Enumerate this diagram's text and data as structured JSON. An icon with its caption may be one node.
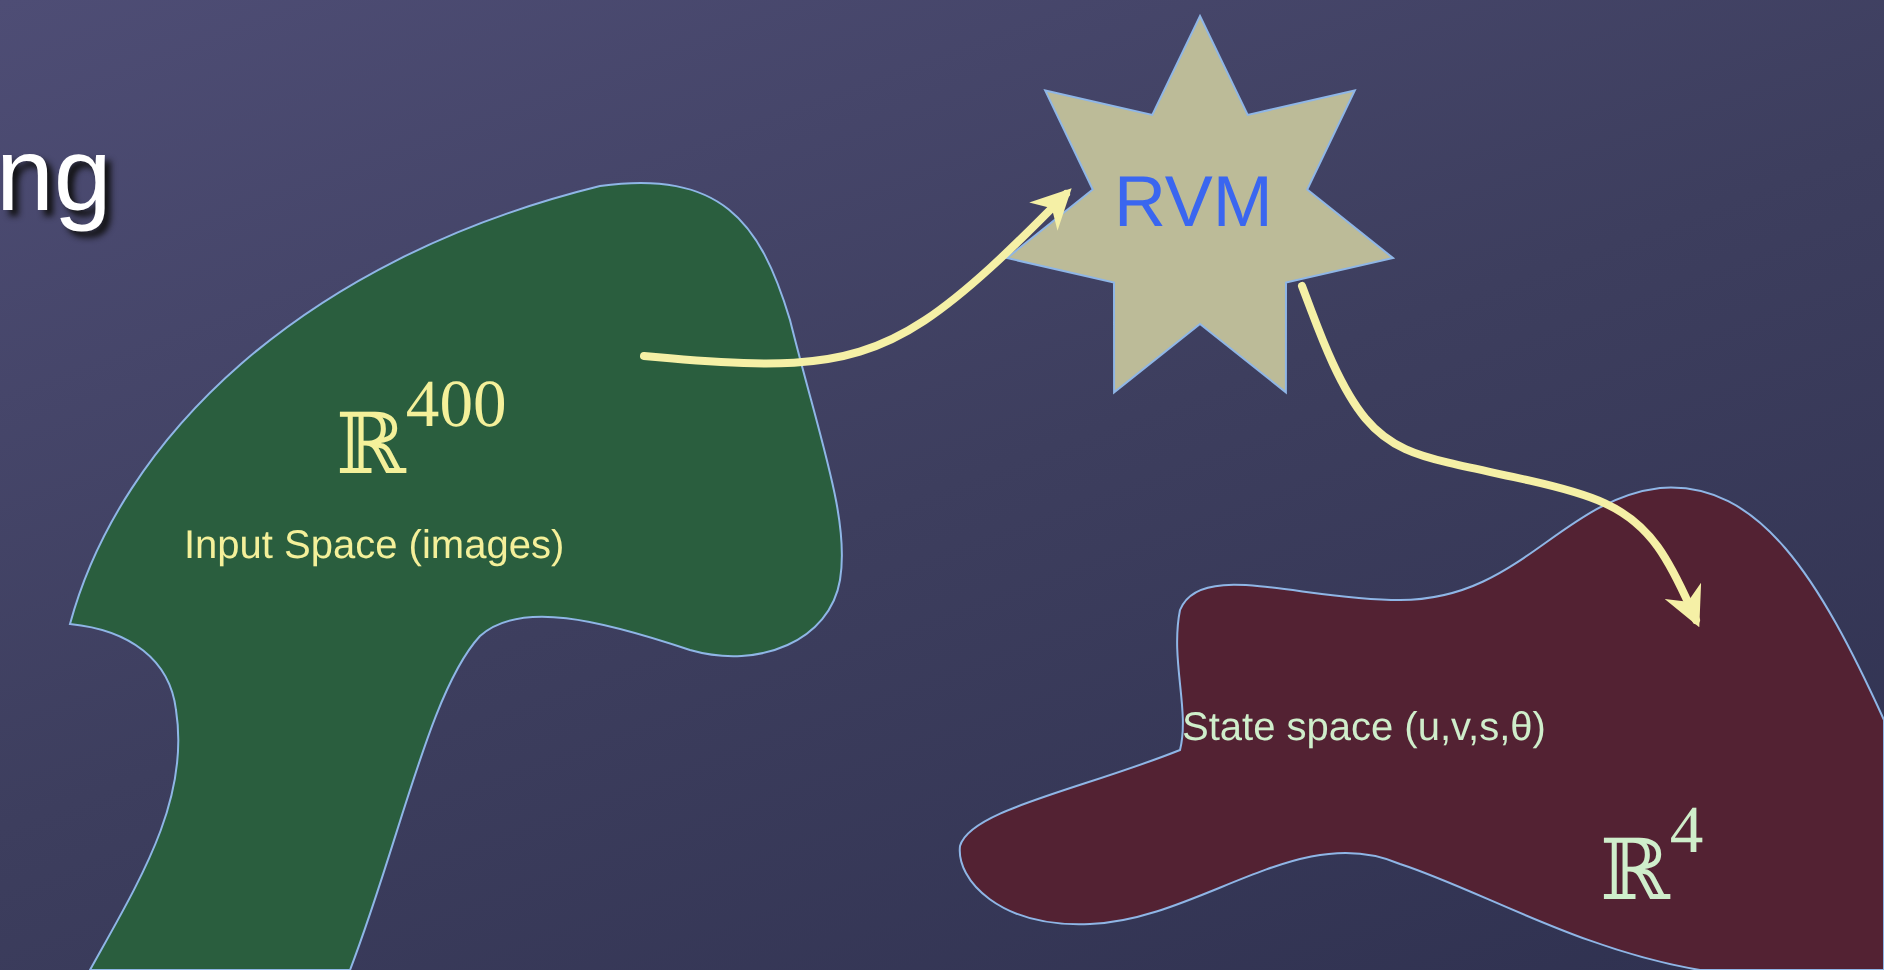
{
  "diagram": {
    "title": "ng",
    "nodes": [
      {
        "text": [
          "ℝ$^{400}$",
          "Input Space (images)"
        ]
      },
      {
        "text": [
          "RVM"
        ]
      },
      {
        "text": [
          "State space (u,v,s,θ)",
          "ℝ$^{4}$"
        ]
      }
    ],
    "edges": [
      {
        "from": 0,
        "to": 1,
        "arrow": "to"
      },
      {
        "from": 1,
        "to": 2,
        "arrow": "to"
      }
    ]
  }
}
